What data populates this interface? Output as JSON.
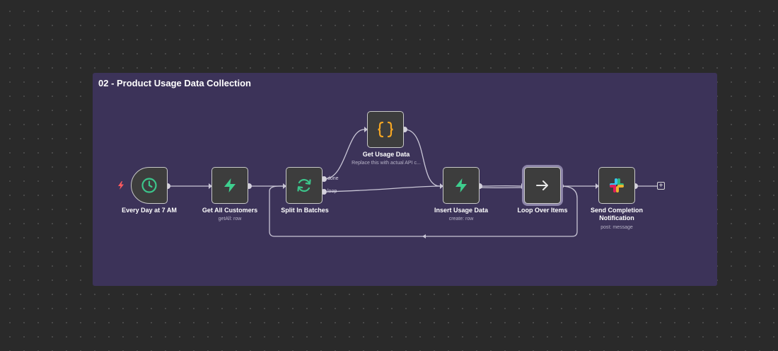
{
  "sticky": {
    "title": "02 - Product Usage Data Collection"
  },
  "nodes": [
    {
      "id": "schedule",
      "label": "Every Day at 7 AM",
      "subtitle": "",
      "icon": "clock-icon"
    },
    {
      "id": "get-customers",
      "label": "Get All Customers",
      "subtitle": "getAll: row",
      "icon": "supabase-bolt-icon"
    },
    {
      "id": "split",
      "label": "Split In Batches",
      "subtitle": "",
      "icon": "refresh-arrows-icon"
    },
    {
      "id": "get-usage",
      "label": "Get Usage Data",
      "subtitle": "Replace this with actual API c...",
      "icon": "curly-braces-icon"
    },
    {
      "id": "insert-usage",
      "label": "Insert Usage Data",
      "subtitle": "create: row",
      "icon": "supabase-bolt-icon"
    },
    {
      "id": "loop",
      "label": "Loop Over Items",
      "subtitle": "",
      "icon": "arrow-right-icon"
    },
    {
      "id": "send-notification",
      "label": "Send Completion Notification",
      "subtitle": "post: message",
      "icon": "slack-icon"
    }
  ],
  "ports": {
    "done": "done",
    "loop": "loop"
  },
  "add_button": "+",
  "colors": {
    "canvas": "#2a2a2a",
    "sticky": "#3c3359",
    "node_bg": "#3d3d3d",
    "wire": "#c9c6d6",
    "clock": "#3cc58b",
    "supabase": "#3ecf8e",
    "code": "#f5a623",
    "trigger_bolt": "#ff5a5f"
  }
}
